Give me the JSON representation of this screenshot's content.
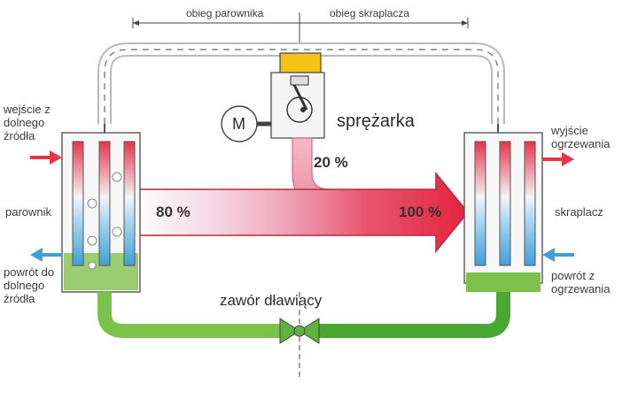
{
  "labels": {
    "evaporator_cycle": "obieg parownika",
    "condenser_cycle": "obieg skraplacza",
    "compressor": "sprężarka",
    "motor": "M",
    "expansion_valve": "zawór dławiący",
    "evaporator": "parownik",
    "condenser": "skraplacz",
    "source_inlet": [
      "wejście z",
      "dolnego",
      "źródła"
    ],
    "source_return": [
      "powrót do",
      "dolnego",
      "źródła"
    ],
    "heating_outlet": [
      "wyjście",
      "ogrzewania"
    ],
    "heating_return": [
      "powrót z",
      "ogrzewania"
    ]
  },
  "energy": {
    "source_share": "80 %",
    "compressor_share": "20 %",
    "total": "100 %"
  },
  "colors": {
    "hot": "#e8344a",
    "cold": "#3f9fd8",
    "liquid": "#7cc24a",
    "frame": "#555555",
    "compressor_head": "#f2c418"
  }
}
